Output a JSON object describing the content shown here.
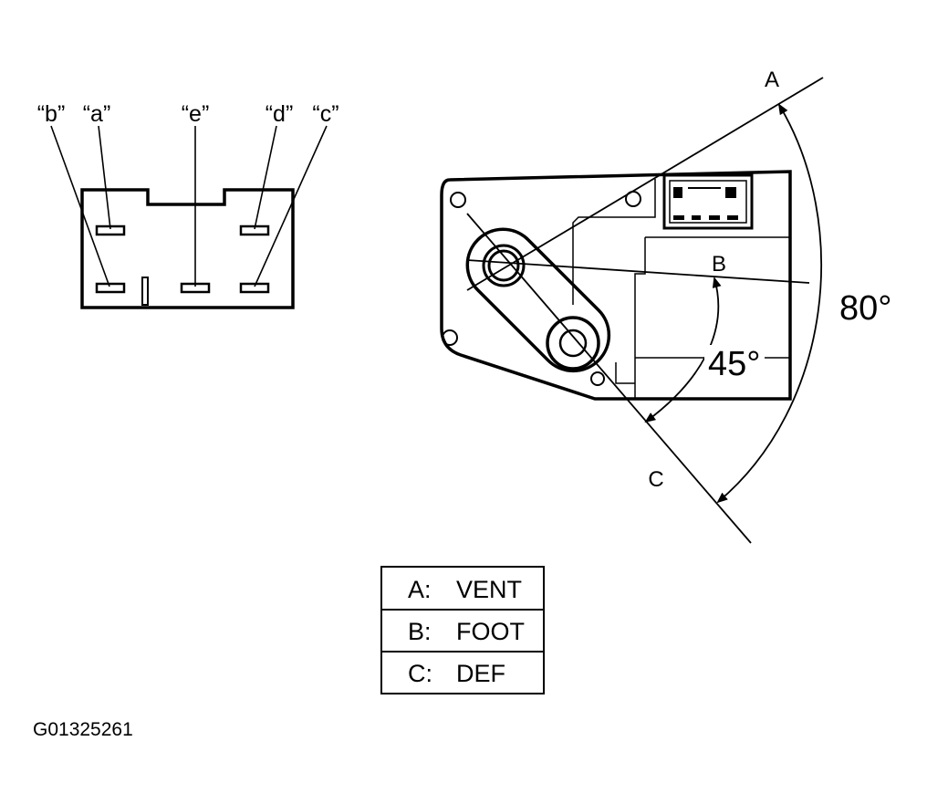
{
  "connector": {
    "pins": [
      {
        "id": "b",
        "label": "“b”"
      },
      {
        "id": "a",
        "label": "“a”"
      },
      {
        "id": "e",
        "label": "“e”"
      },
      {
        "id": "d",
        "label": "“d”"
      },
      {
        "id": "c",
        "label": "“c”"
      }
    ]
  },
  "actuator": {
    "positions": [
      {
        "id": "A",
        "label": "A"
      },
      {
        "id": "B",
        "label": "B"
      },
      {
        "id": "C",
        "label": "C"
      }
    ],
    "angles": {
      "total": "80°",
      "partial": "45°"
    }
  },
  "legend": {
    "rows": [
      {
        "key": "A:",
        "value": "VENT"
      },
      {
        "key": "B:",
        "value": "FOOT"
      },
      {
        "key": "C:",
        "value": "DEF"
      }
    ]
  },
  "figure_code": "G01325261"
}
